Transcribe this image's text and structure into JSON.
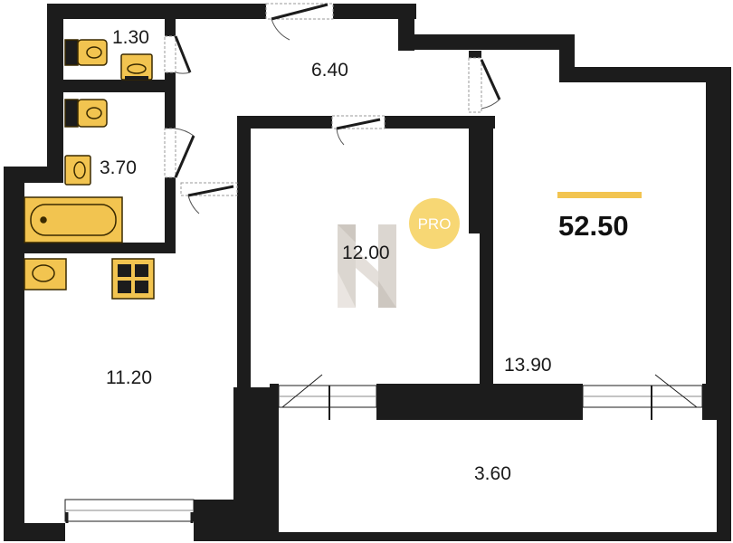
{
  "plan": {
    "total_area": "52.50",
    "rooms": {
      "wc": "1.30",
      "bath": "3.70",
      "hall": "6.40",
      "kitchen": "11.20",
      "bedroom": "12.00",
      "living": "13.90",
      "balcony": "3.60"
    }
  },
  "watermark": {
    "badge": "PRO"
  },
  "colors": {
    "wall": "#1c1c1c",
    "fixture": "#f2c450",
    "fixture_stroke": "#3a2a00",
    "accent": "#f2c450",
    "badge": "#f7d774",
    "watermark": "#cfc8c0"
  },
  "icons": [
    "toilet-icon",
    "sink-icon",
    "bathtub-icon",
    "stove-icon",
    "door-icon",
    "window-icon",
    "logo-watermark-icon"
  ]
}
